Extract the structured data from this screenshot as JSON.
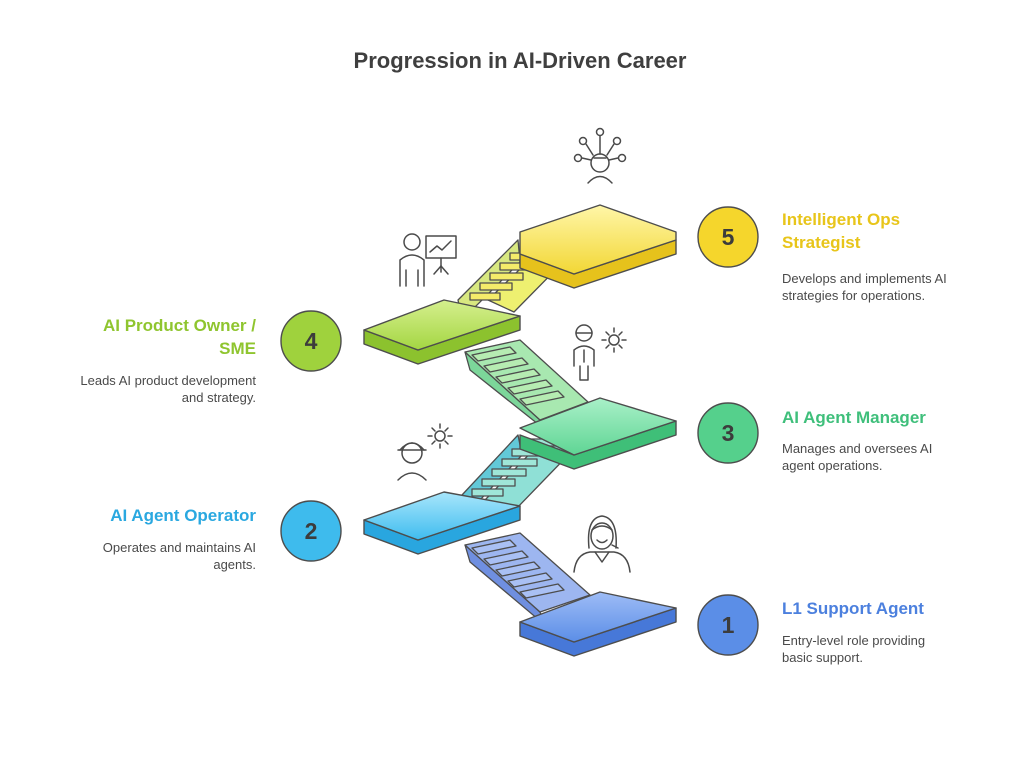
{
  "title": "Progression in AI-Driven Career",
  "steps": [
    {
      "number": "1",
      "title": "L1 Support Agent",
      "description": "Entry-level role providing basic support.",
      "color": "#5a8ee6",
      "icon": "support-agent-icon"
    },
    {
      "number": "2",
      "title": "AI Agent Operator",
      "description": "Operates and maintains AI agents.",
      "color": "#3cb4e6",
      "icon": "operator-gear-icon"
    },
    {
      "number": "3",
      "title": "AI Agent Manager",
      "description": "Manages and oversees AI agent operations.",
      "color": "#52cc88",
      "icon": "manager-gear-icon"
    },
    {
      "number": "4",
      "title": "AI Product Owner / SME",
      "description": "Leads AI product development and strategy.",
      "color": "#9bcf3a",
      "icon": "presenter-chart-icon"
    },
    {
      "number": "5",
      "title": "Intelligent Ops Strategist",
      "description": "Develops and implements AI strategies for operations.",
      "color": "#f0d22a",
      "icon": "strategist-network-icon"
    }
  ]
}
